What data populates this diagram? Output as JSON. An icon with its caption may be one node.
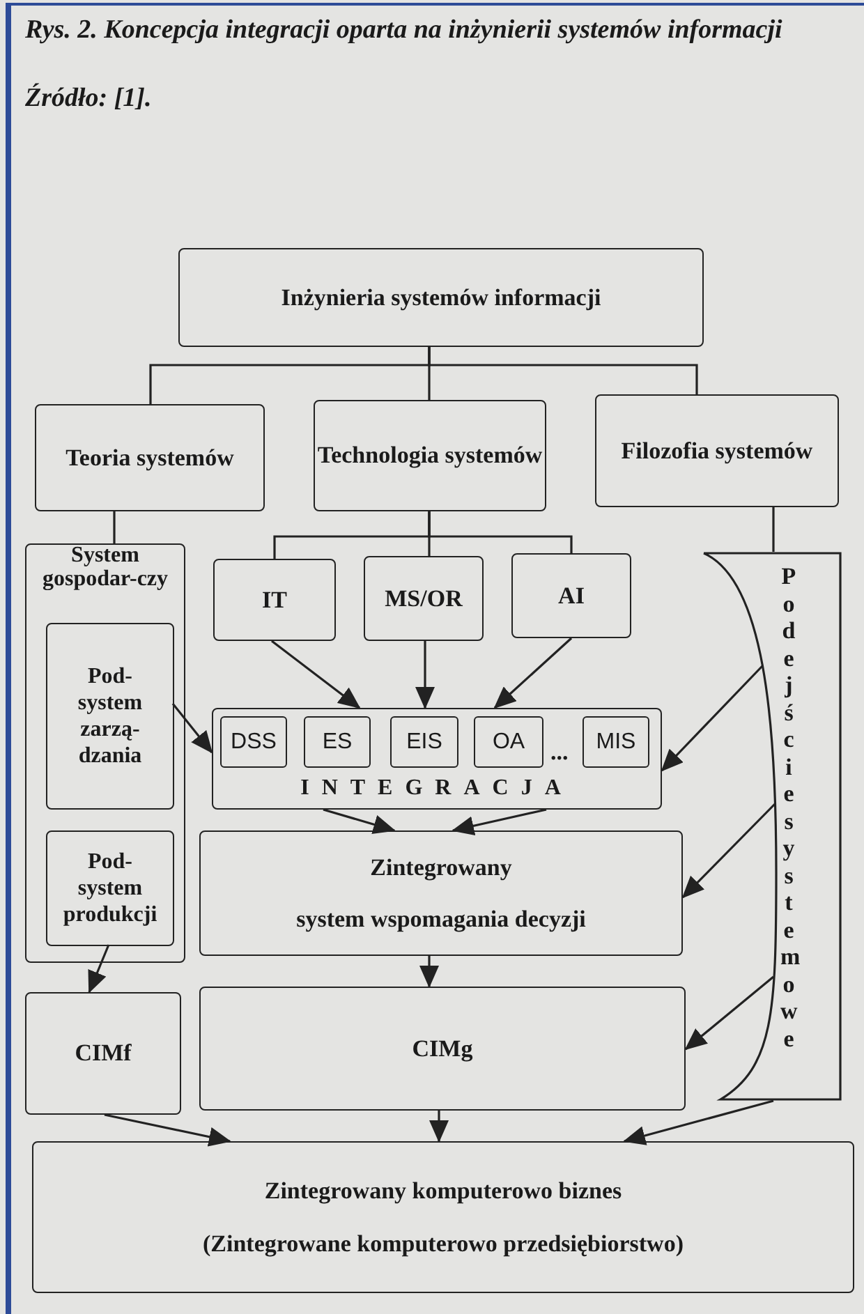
{
  "diagram": {
    "title": "Rys. 2. Koncepcja integracji oparta na inżynierii systemów informacji",
    "caption": "Źródło: [1].",
    "nodes": [
      {
        "text": [
          "Inżynieria systemów informacji"
        ]
      },
      {
        "text": [
          "Teoria systemów"
        ]
      },
      {
        "text": [
          "Technologia systemów"
        ]
      },
      {
        "text": [
          "Filozofia systemów"
        ]
      },
      {
        "text": [
          "System gospodar-czy"
        ]
      },
      {
        "text": [
          "Pod-system zarzą-dzania"
        ],
        "in": 4
      },
      {
        "text": [
          "Pod-system produkcji"
        ],
        "in": 4
      },
      {
        "text": [
          "IT"
        ]
      },
      {
        "text": [
          "MS/OR"
        ]
      },
      {
        "text": [
          "AI"
        ]
      },
      {
        "text": [
          "INTEGRACJA"
        ]
      },
      {
        "text": [
          "DSS"
        ],
        "in": 10
      },
      {
        "text": [
          "ES"
        ],
        "in": 10
      },
      {
        "text": [
          "EIS"
        ],
        "in": 10
      },
      {
        "text": [
          "OA"
        ],
        "in": 10
      },
      {
        "text": [
          "MIS"
        ],
        "in": 10
      },
      {
        "text": [
          "Zintegrowany",
          "system wspomagania decyzji"
        ]
      },
      {
        "text": [
          "CIMf"
        ]
      },
      {
        "text": [
          "CIMg"
        ]
      },
      {
        "text": [
          "Zintegrowany komputerowo biznes",
          "(Zintegrowane komputerowo przedsiębiorstwo)"
        ]
      },
      {
        "text": [
          "Podejście systemowe"
        ]
      }
    ],
    "edges": [
      {
        "from": 0,
        "to": 1,
        "arrow": "none"
      },
      {
        "from": 0,
        "to": 2,
        "arrow": "none"
      },
      {
        "from": 0,
        "to": 3,
        "arrow": "none"
      },
      {
        "from": 1,
        "to": 4,
        "arrow": "none"
      },
      {
        "from": 2,
        "to": 7,
        "arrow": "none"
      },
      {
        "from": 2,
        "to": 8,
        "arrow": "none"
      },
      {
        "from": 2,
        "to": 9,
        "arrow": "none"
      },
      {
        "from": 3,
        "to": 20,
        "arrow": "none"
      },
      {
        "from": 7,
        "to": 10,
        "arrow": "to"
      },
      {
        "from": 8,
        "to": 10,
        "arrow": "to"
      },
      {
        "from": 9,
        "to": 10,
        "arrow": "to"
      },
      {
        "from": 5,
        "to": 10,
        "arrow": "to"
      },
      {
        "from": 20,
        "to": 10,
        "arrow": "to"
      },
      {
        "from": 10,
        "to": 16,
        "arrow": "to"
      },
      {
        "from": 10,
        "to": 16,
        "arrow": "to"
      },
      {
        "from": 20,
        "to": 16,
        "arrow": "to"
      },
      {
        "from": 16,
        "to": 18,
        "arrow": "to"
      },
      {
        "from": 20,
        "to": 18,
        "arrow": "to"
      },
      {
        "from": 6,
        "to": 17,
        "arrow": "to"
      },
      {
        "from": 17,
        "to": 19,
        "arrow": "to"
      },
      {
        "from": 18,
        "to": 19,
        "arrow": "to"
      },
      {
        "from": 20,
        "to": 19,
        "arrow": "to"
      }
    ],
    "labels": [
      "..."
    ]
  }
}
